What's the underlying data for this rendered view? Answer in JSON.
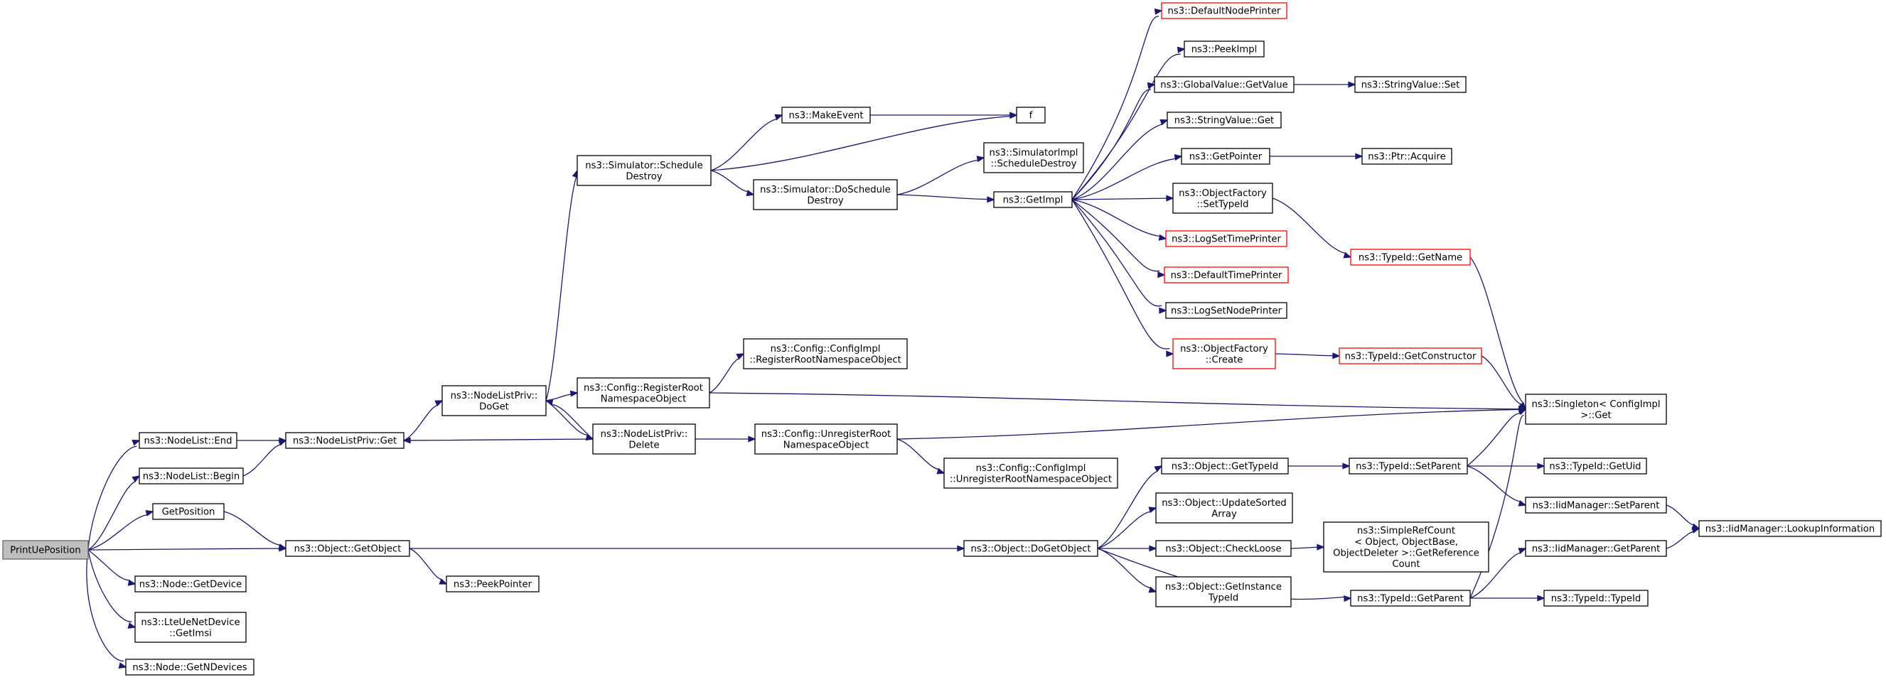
{
  "colors": {
    "edge": "#191970",
    "node_border": "#000000",
    "truncated_node_border": "#ff0000",
    "root_fill": "#bfbfbf"
  },
  "nodes": [
    {
      "id": "n0",
      "lines": [
        "PrintUePosition"
      ],
      "style": "root"
    },
    {
      "id": "n1",
      "lines": [
        "ns3::NodeList::End"
      ]
    },
    {
      "id": "n2",
      "lines": [
        "ns3::NodeList::Begin"
      ]
    },
    {
      "id": "n3",
      "lines": [
        "GetPosition"
      ]
    },
    {
      "id": "n4",
      "lines": [
        "ns3::Object::GetObject"
      ]
    },
    {
      "id": "n5",
      "lines": [
        "ns3::Node::GetDevice"
      ]
    },
    {
      "id": "n6",
      "lines": [
        "ns3::LteUeNetDevice",
        "::GetImsi"
      ]
    },
    {
      "id": "n7",
      "lines": [
        "ns3::Node::GetNDevices"
      ]
    },
    {
      "id": "n8",
      "lines": [
        "ns3::NodeListPriv::Get"
      ]
    },
    {
      "id": "n9",
      "lines": [
        "ns3::NodeListPriv::",
        "DoGet"
      ]
    },
    {
      "id": "n10",
      "lines": [
        "ns3::PeekPointer"
      ]
    },
    {
      "id": "n11",
      "lines": [
        "ns3::Simulator::Schedule",
        "Destroy"
      ]
    },
    {
      "id": "n12",
      "lines": [
        "ns3::Config::RegisterRoot",
        "NamespaceObject"
      ]
    },
    {
      "id": "n13",
      "lines": [
        "ns3::NodeListPriv::",
        "Delete"
      ]
    },
    {
      "id": "n14",
      "lines": [
        "ns3::MakeEvent"
      ]
    },
    {
      "id": "n15",
      "lines": [
        "ns3::Simulator::DoSchedule",
        "Destroy"
      ]
    },
    {
      "id": "n16",
      "lines": [
        "ns3::Config::ConfigImpl",
        "::RegisterRootNamespaceObject"
      ]
    },
    {
      "id": "n17",
      "lines": [
        "ns3::Config::UnregisterRoot",
        "NamespaceObject"
      ]
    },
    {
      "id": "n18",
      "lines": [
        "ns3::Object::DoGetObject"
      ]
    },
    {
      "id": "n19",
      "lines": [
        "ns3::Config::ConfigImpl",
        "::UnregisterRootNamespaceObject"
      ]
    },
    {
      "id": "n20",
      "lines": [
        "f"
      ]
    },
    {
      "id": "n21",
      "lines": [
        "ns3::SimulatorImpl",
        "::ScheduleDestroy"
      ]
    },
    {
      "id": "n22",
      "lines": [
        "ns3::GetImpl"
      ]
    },
    {
      "id": "n23",
      "lines": [
        "ns3::DefaultNodePrinter"
      ],
      "style": "red"
    },
    {
      "id": "n24",
      "lines": [
        "ns3::PeekImpl"
      ]
    },
    {
      "id": "n25",
      "lines": [
        "ns3::GlobalValue::GetValue"
      ]
    },
    {
      "id": "n26",
      "lines": [
        "ns3::StringValue::Get"
      ]
    },
    {
      "id": "n27",
      "lines": [
        "ns3::GetPointer"
      ]
    },
    {
      "id": "n28",
      "lines": [
        "ns3::ObjectFactory",
        "::SetTypeId"
      ]
    },
    {
      "id": "n29",
      "lines": [
        "ns3::LogSetTimePrinter"
      ],
      "style": "red"
    },
    {
      "id": "n30",
      "lines": [
        "ns3::DefaultTimePrinter"
      ],
      "style": "red"
    },
    {
      "id": "n31",
      "lines": [
        "ns3::LogSetNodePrinter"
      ]
    },
    {
      "id": "n32",
      "lines": [
        "ns3::ObjectFactory",
        "::Create"
      ],
      "style": "red"
    },
    {
      "id": "n33",
      "lines": [
        "ns3::Object::GetTypeId"
      ]
    },
    {
      "id": "n34",
      "lines": [
        "ns3::Object::UpdateSorted",
        "Array"
      ]
    },
    {
      "id": "n35",
      "lines": [
        "ns3::Object::CheckLoose"
      ]
    },
    {
      "id": "n36",
      "lines": [
        "ns3::Object::GetInstance",
        "TypeId"
      ]
    },
    {
      "id": "n37",
      "lines": [
        "ns3::StringValue::Set"
      ]
    },
    {
      "id": "n38",
      "lines": [
        "ns3::Ptr::Acquire"
      ]
    },
    {
      "id": "n39",
      "lines": [
        "ns3::TypeId::GetName"
      ],
      "style": "red"
    },
    {
      "id": "n40",
      "lines": [
        "ns3::TypeId::GetConstructor"
      ],
      "style": "red"
    },
    {
      "id": "n41",
      "lines": [
        "ns3::TypeId::SetParent"
      ]
    },
    {
      "id": "n42",
      "lines": [
        "ns3::SimpleRefCount",
        "< Object, ObjectBase,",
        " ObjectDeleter >::GetReference",
        "Count"
      ]
    },
    {
      "id": "n43",
      "lines": [
        "ns3::TypeId::GetParent"
      ]
    },
    {
      "id": "n44",
      "lines": [
        "ns3::Singleton< ConfigImpl",
        " >::Get"
      ]
    },
    {
      "id": "n45",
      "lines": [
        "ns3::TypeId::GetUid"
      ]
    },
    {
      "id": "n46",
      "lines": [
        "ns3::IidManager::SetParent"
      ]
    },
    {
      "id": "n47",
      "lines": [
        "ns3::IidManager::GetParent"
      ]
    },
    {
      "id": "n48",
      "lines": [
        "ns3::TypeId::TypeId"
      ]
    },
    {
      "id": "n49",
      "lines": [
        "ns3::IidManager::LookupInformation"
      ]
    }
  ],
  "edges": [
    [
      "n0",
      "n1"
    ],
    [
      "n0",
      "n2"
    ],
    [
      "n0",
      "n3"
    ],
    [
      "n0",
      "n4"
    ],
    [
      "n0",
      "n5"
    ],
    [
      "n0",
      "n6"
    ],
    [
      "n0",
      "n7"
    ],
    [
      "n1",
      "n8"
    ],
    [
      "n2",
      "n8"
    ],
    [
      "n3",
      "n4"
    ],
    [
      "n4",
      "n10"
    ],
    [
      "n4",
      "n18"
    ],
    [
      "n8",
      "n9"
    ],
    [
      "n9",
      "n11"
    ],
    [
      "n9",
      "n12"
    ],
    [
      "n9",
      "n13"
    ],
    [
      "n13",
      "n9"
    ],
    [
      "n13",
      "n8"
    ],
    [
      "n13",
      "n17"
    ],
    [
      "n11",
      "n14"
    ],
    [
      "n11",
      "n20"
    ],
    [
      "n11",
      "n15"
    ],
    [
      "n14",
      "n20"
    ],
    [
      "n15",
      "n21"
    ],
    [
      "n15",
      "n22"
    ],
    [
      "n12",
      "n16"
    ],
    [
      "n12",
      "n44"
    ],
    [
      "n17",
      "n44"
    ],
    [
      "n17",
      "n19"
    ],
    [
      "n22",
      "n23"
    ],
    [
      "n22",
      "n24"
    ],
    [
      "n22",
      "n25"
    ],
    [
      "n22",
      "n26"
    ],
    [
      "n22",
      "n27"
    ],
    [
      "n22",
      "n28"
    ],
    [
      "n22",
      "n29"
    ],
    [
      "n22",
      "n30"
    ],
    [
      "n22",
      "n31"
    ],
    [
      "n22",
      "n32"
    ],
    [
      "n25",
      "n37"
    ],
    [
      "n27",
      "n38"
    ],
    [
      "n28",
      "n39"
    ],
    [
      "n32",
      "n40"
    ],
    [
      "n39",
      "n44"
    ],
    [
      "n40",
      "n44"
    ],
    [
      "n18",
      "n33"
    ],
    [
      "n18",
      "n34"
    ],
    [
      "n18",
      "n35"
    ],
    [
      "n18",
      "n36"
    ],
    [
      "n18",
      "n43"
    ],
    [
      "n33",
      "n41"
    ],
    [
      "n35",
      "n42"
    ],
    [
      "n41",
      "n44"
    ],
    [
      "n41",
      "n45"
    ],
    [
      "n41",
      "n46"
    ],
    [
      "n43",
      "n44"
    ],
    [
      "n43",
      "n47"
    ],
    [
      "n43",
      "n48"
    ],
    [
      "n46",
      "n49"
    ],
    [
      "n47",
      "n49"
    ]
  ]
}
